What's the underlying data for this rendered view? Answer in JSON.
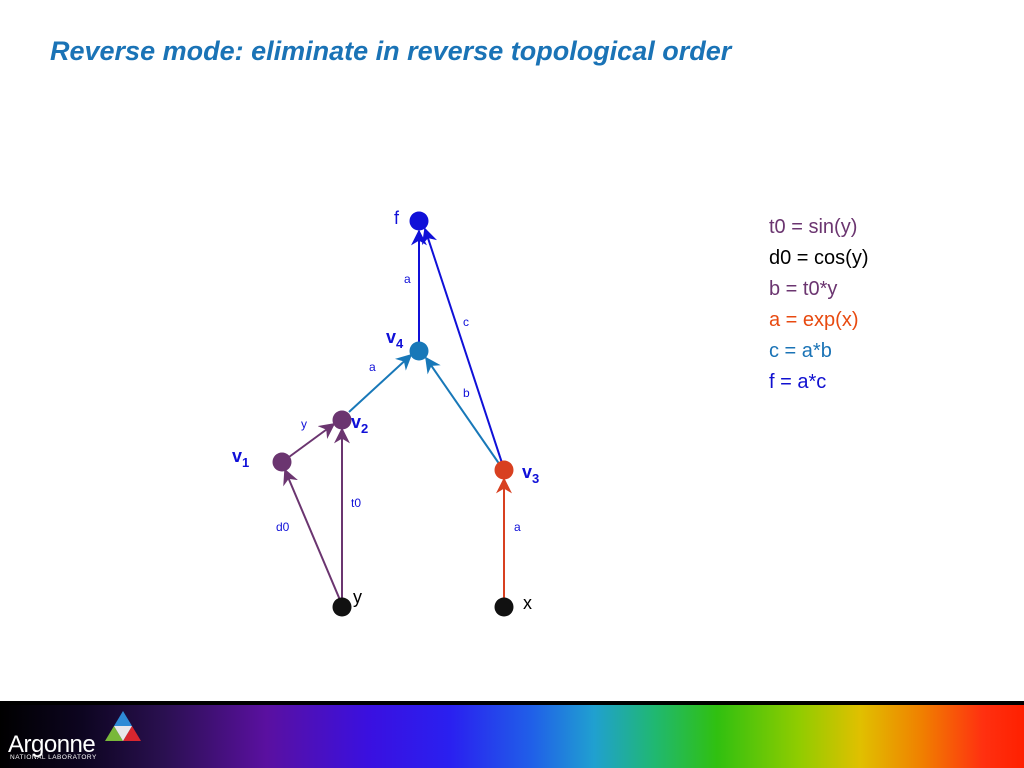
{
  "title": "Reverse mode: eliminate in reverse topological order",
  "nodes": {
    "f": "f",
    "y": "y",
    "x": "x",
    "v1": {
      "main": "v",
      "sub": "1"
    },
    "v2": {
      "main": "v",
      "sub": "2"
    },
    "v3": {
      "main": "v",
      "sub": "3"
    },
    "v4": {
      "main": "v",
      "sub": "4"
    }
  },
  "edges": {
    "y_v1": "d0",
    "y_v2": "t0",
    "v1_v2": "y",
    "v2_v4": "a",
    "x_v3": "a",
    "v3_v4": "b",
    "v4_f": "a",
    "v3_f": "c"
  },
  "code": [
    {
      "text": "t0 = sin(y)",
      "color": "#6b3570"
    },
    {
      "text": "d0 = cos(y)",
      "color": "#000000"
    },
    {
      "text": "b = t0*y",
      "color": "#6b3570"
    },
    {
      "text": "a = exp(x)",
      "color": "#e84a10"
    },
    {
      "text": "c = a*b",
      "color": "#1a73b6"
    },
    {
      "text": "f = a*c",
      "color": "#1010d0"
    }
  ],
  "colors": {
    "title": "#1a73b6",
    "purple": "#6b3570",
    "teal": "#1878b8",
    "orange": "#d84020",
    "blue": "#1010d8",
    "black": "#111111"
  },
  "footer": {
    "logo_text": "Argonne",
    "logo_sub": "NATIONAL LABORATORY"
  }
}
